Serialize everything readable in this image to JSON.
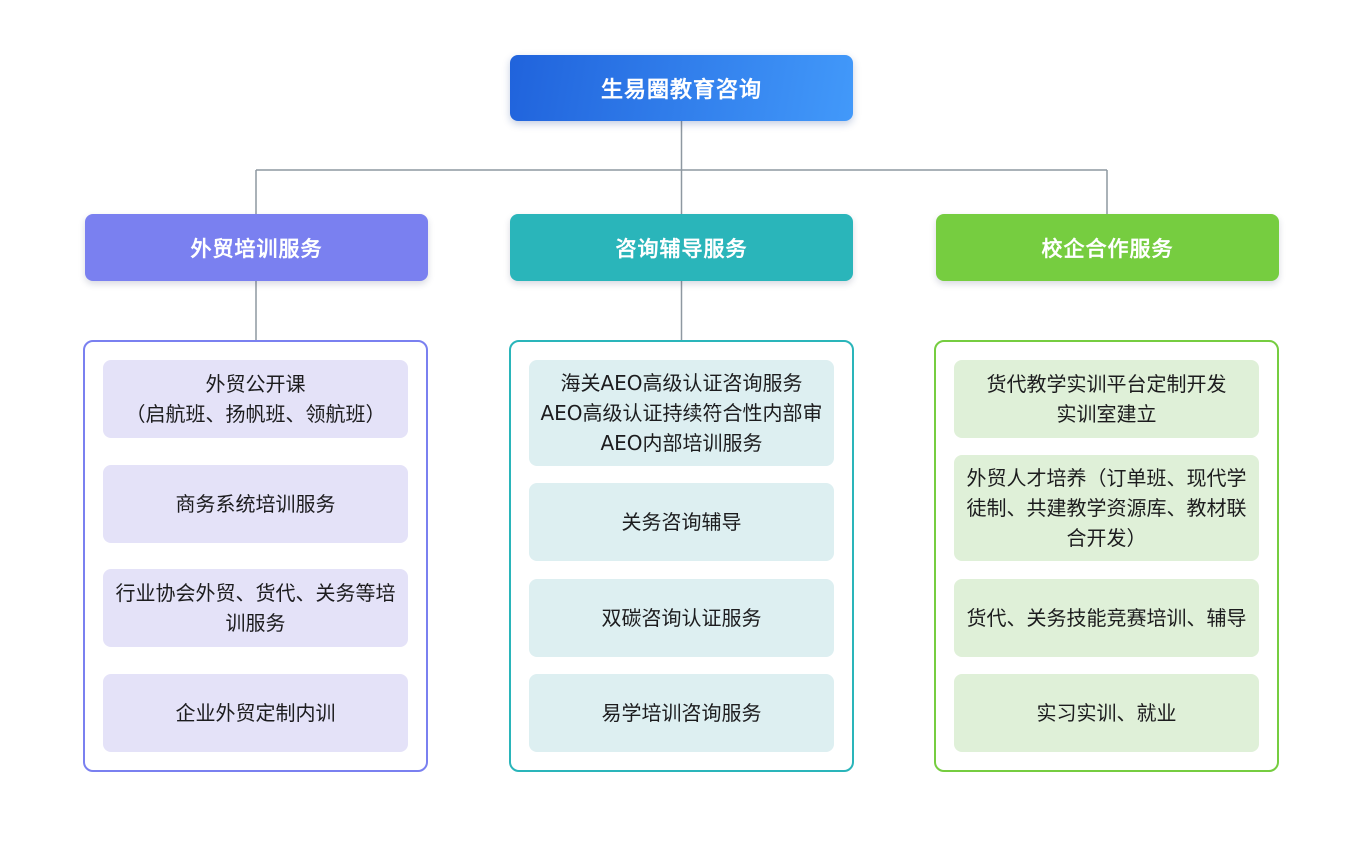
{
  "root": {
    "label": "生易圈教育咨询",
    "gradient_from": "#2063dc",
    "gradient_to": "#4299fa"
  },
  "connector_color": "#8e98a1",
  "branches": [
    {
      "id": "foreign-trade-training",
      "label": "外贸培训服务",
      "color": "#7a80f0",
      "item_bg": "#e4e2f8",
      "items": [
        "外贸公开课\n（启航班、扬帆班、领航班）",
        "商务系统培训服务",
        "行业协会外贸、货代、关务等培训服务",
        "企业外贸定制内训"
      ]
    },
    {
      "id": "consulting-coaching",
      "label": "咨询辅导服务",
      "color": "#2ab5ba",
      "item_bg": "#ddeff1",
      "items": [
        "海关AEO高级认证咨询服务\nAEO高级认证持续符合性内部审\nAEO内部培训服务",
        "关务咨询辅导",
        "双碳咨询认证服务",
        "易学培训咨询服务"
      ]
    },
    {
      "id": "school-enterprise-cooperation",
      "label": "校企合作服务",
      "color": "#76cd40",
      "item_bg": "#dff0d8",
      "items": [
        "货代教学实训平台定制开发\n实训室建立",
        "外贸人才培养（订单班、现代学徒制、共建教学资源库、教材联合开发）",
        "货代、关务技能竞赛培训、辅导",
        "实习实训、就业"
      ]
    }
  ]
}
